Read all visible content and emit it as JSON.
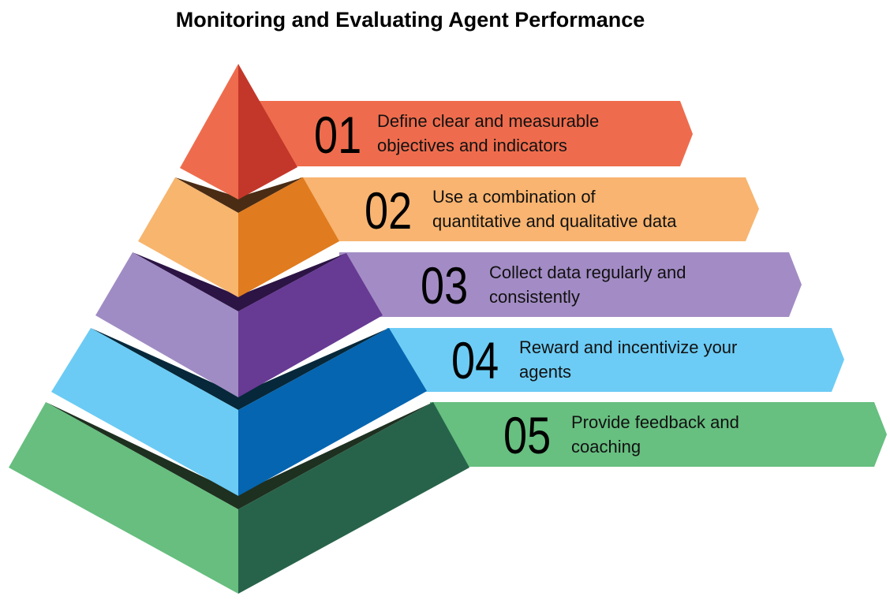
{
  "title": "Monitoring and Evaluating Agent Performance",
  "steps": [
    {
      "number": "01",
      "line1": "Define clear and measurable",
      "line2": "objectives and indicators",
      "color": "#EE6C4D"
    },
    {
      "number": "02",
      "line1": "Use a combination of",
      "line2": "quantitative and qualitative data",
      "color": "#F8B470"
    },
    {
      "number": "03",
      "line1": "Collect data regularly and",
      "line2": "consistently",
      "color": "#A38CC5"
    },
    {
      "number": "04",
      "line1": "Reward and incentivize your",
      "line2": "agents",
      "color": "#6CCCF5"
    },
    {
      "number": "05",
      "line1": "Provide feedback and",
      "line2": "coaching",
      "color": "#67BF80"
    }
  ]
}
